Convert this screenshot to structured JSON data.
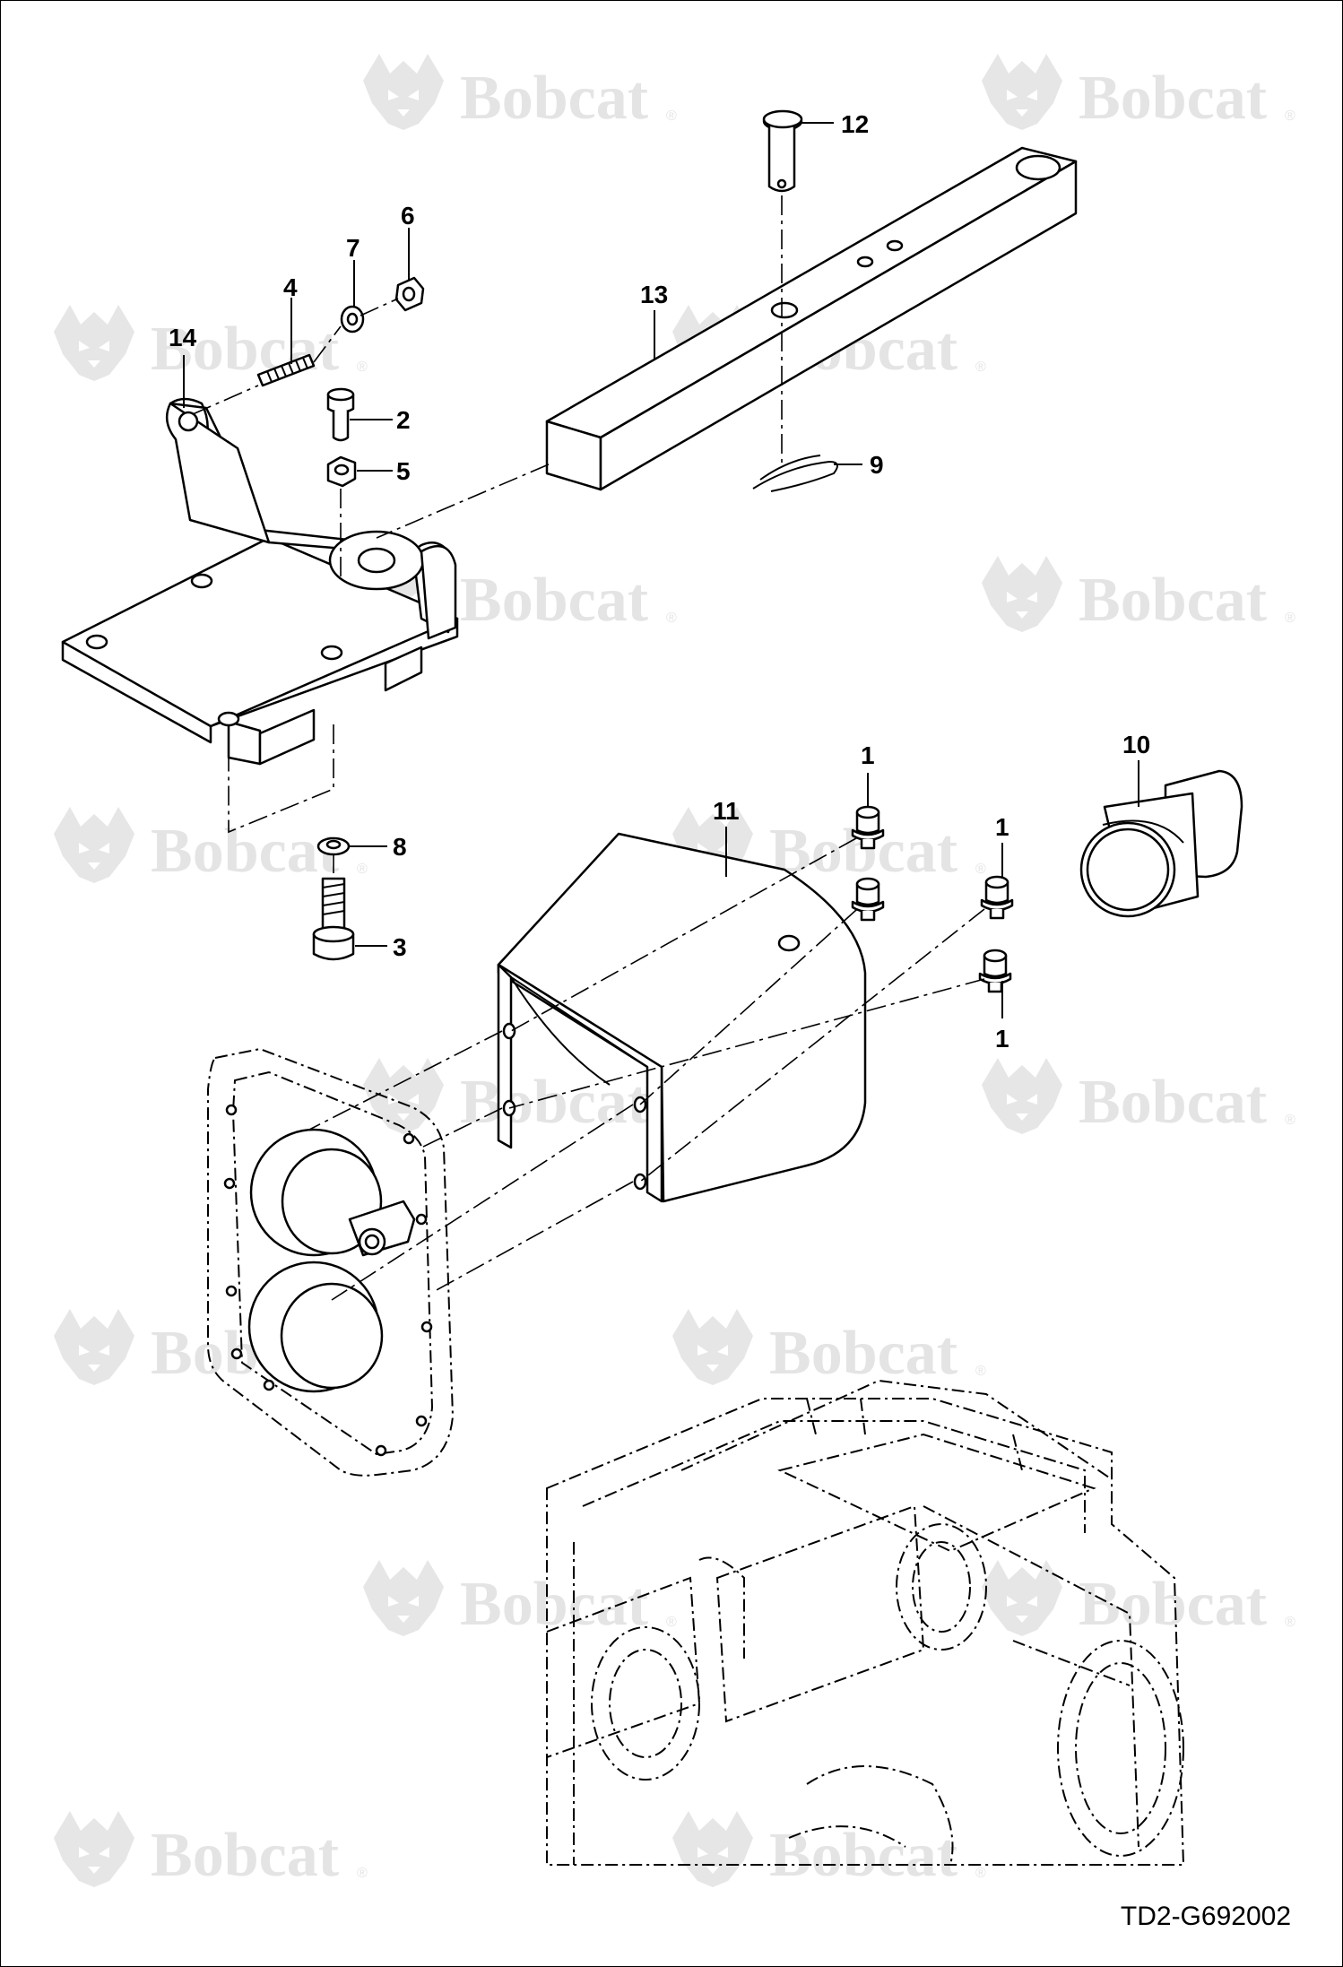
{
  "watermark": {
    "text": "Bobcat",
    "registered_mark": "®",
    "logo_icon": "bobcat-head-logo-icon"
  },
  "figure_id": "TD2-G692002",
  "callouts": [
    {
      "id": "1a",
      "label": "1"
    },
    {
      "id": "1b",
      "label": "1"
    },
    {
      "id": "1c",
      "label": "1"
    },
    {
      "id": "2",
      "label": "2"
    },
    {
      "id": "3",
      "label": "3"
    },
    {
      "id": "4",
      "label": "4"
    },
    {
      "id": "5",
      "label": "5"
    },
    {
      "id": "6",
      "label": "6"
    },
    {
      "id": "7",
      "label": "7"
    },
    {
      "id": "8",
      "label": "8"
    },
    {
      "id": "9",
      "label": "9"
    },
    {
      "id": "10",
      "label": "10"
    },
    {
      "id": "11",
      "label": "11"
    },
    {
      "id": "12",
      "label": "12"
    },
    {
      "id": "13",
      "label": "13"
    },
    {
      "id": "14",
      "label": "14"
    }
  ],
  "colors": {
    "line": "#000000",
    "background": "#ffffff",
    "watermark": "#e4e4e4"
  }
}
